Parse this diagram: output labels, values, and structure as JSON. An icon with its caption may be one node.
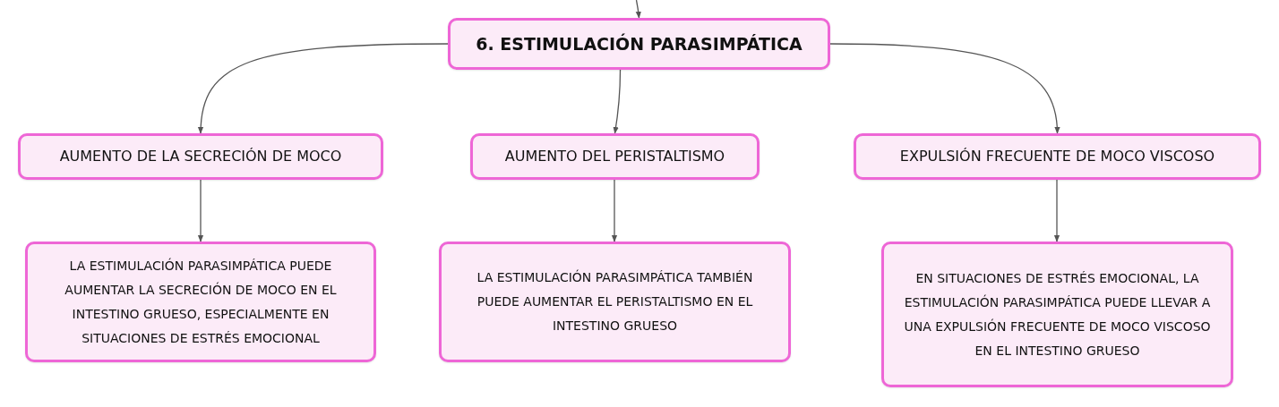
{
  "diagram": {
    "nodes": [
      {
        "text": [
          "6. ESTIMULACIÓN PARASIMPÁTICA"
        ]
      },
      {
        "text": [
          "AUMENTO DE LA SECRECIÓN DE MOCO"
        ]
      },
      {
        "text": [
          "AUMENTO DEL PERISTALTISMO"
        ]
      },
      {
        "text": [
          "EXPULSIÓN FRECUENTE DE MOCO VISCOSO"
        ]
      },
      {
        "text": [
          "LA ESTIMULACIÓN PARASIMPÁTICA PUEDE AUMENTAR LA SECRECIÓN DE MOCO EN EL INTESTINO GRUESO, ESPECIALMENTE EN SITUACIONES DE ESTRÉS EMOCIONAL"
        ]
      },
      {
        "text": [
          "LA ESTIMULACIÓN PARASIMPÁTICA TAMBIÉN PUEDE AUMENTAR EL PERISTALTISMO EN EL INTESTINO GRUESO"
        ]
      },
      {
        "text": [
          "EN SITUACIONES DE ESTRÉS EMOCIONAL, LA ESTIMULACIÓN PARASIMPÁTICA PUEDE LLEVAR A UNA EXPULSIÓN FRECUENTE DE MOCO VISCOSO EN EL INTESTINO GRUESO"
        ]
      }
    ],
    "edges": [
      {
        "from": null,
        "to": 0,
        "arrow": "to"
      },
      {
        "from": 0,
        "to": 1,
        "arrow": "to"
      },
      {
        "from": 0,
        "to": 2,
        "arrow": "to"
      },
      {
        "from": 0,
        "to": 3,
        "arrow": "to"
      },
      {
        "from": 1,
        "to": 4,
        "arrow": "to"
      },
      {
        "from": 2,
        "to": 5,
        "arrow": "to"
      },
      {
        "from": 3,
        "to": 6,
        "arrow": "to"
      }
    ]
  }
}
